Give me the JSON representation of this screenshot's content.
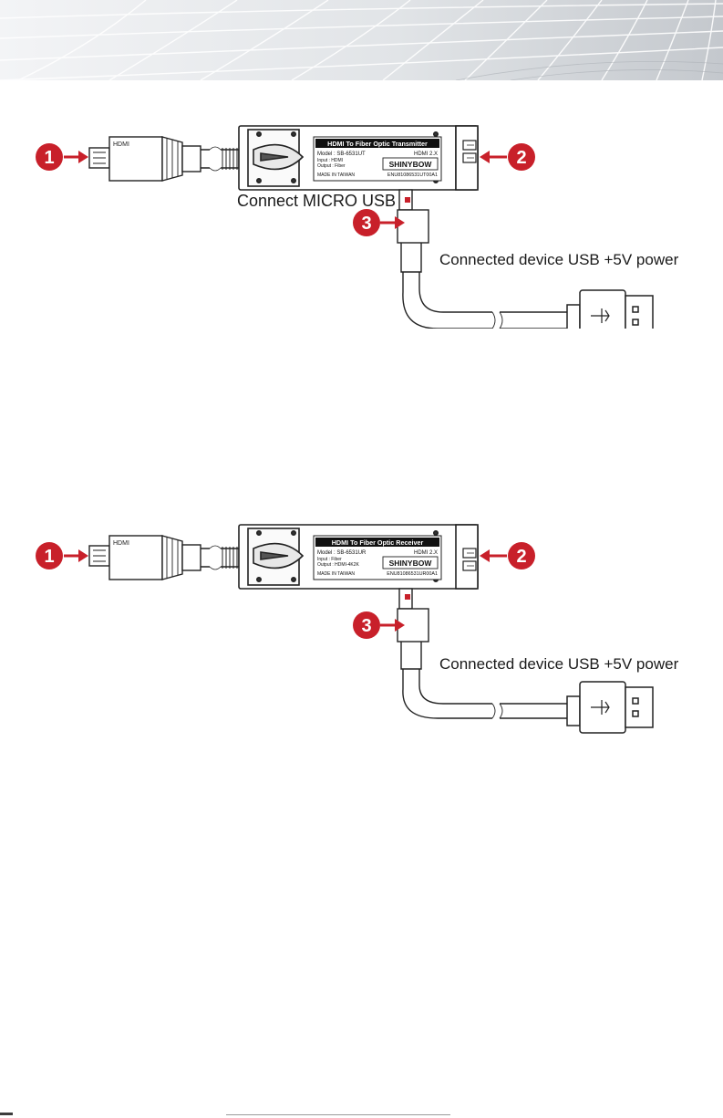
{
  "colors": {
    "callout": "#c8202a",
    "arrow": "#c8202a",
    "device_line": "#222222",
    "header_light": "#eef0f2",
    "header_dark": "#b9bec4"
  },
  "icons": [
    "hdmi-connector-icon",
    "usb-a-plug-icon",
    "micro-usb-plug-icon",
    "fiber-port-icon",
    "arrow-right-icon",
    "arrow-left-icon"
  ],
  "transmitter": {
    "caption_micro_usb": "Connect MICRO USB",
    "caption_power": "Connected device USB +5V power",
    "callouts": [
      "1",
      "2",
      "3"
    ],
    "hdmi_plug_logo": "HDMI",
    "label": {
      "title": "HDMI To Fiber Optic Transmitter",
      "model": "Model : SB-6531UT",
      "version": "HDMI 2.X",
      "input": "Input     : HDMI",
      "output": "Output  : Fiber",
      "brand": "SHINYBOW",
      "origin": "MADE IN TAIWAN",
      "serial": "ENU81086531UT00A1"
    }
  },
  "receiver": {
    "caption_power": "Connected device USB +5V power",
    "callouts": [
      "1",
      "2",
      "3"
    ],
    "hdmi_plug_logo": "HDMI",
    "label": {
      "title": "HDMI To Fiber Optic Receiver",
      "model": "Model : SB-6531UR",
      "version": "HDMI 2.X",
      "input": "Input     : Fiber",
      "output": "Output  : HDMI-4K2K",
      "brand": "SHINYBOW",
      "origin": "MADE IN TAIWAN",
      "serial": "ENU81086531UR00A1"
    }
  }
}
